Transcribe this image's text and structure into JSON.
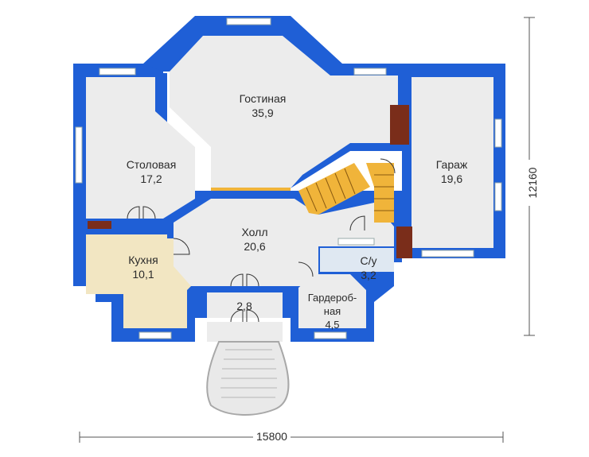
{
  "rooms": {
    "living": {
      "name": "Гостиная",
      "area": "35,9"
    },
    "dining": {
      "name": "Столовая",
      "area": "17,2"
    },
    "garage": {
      "name": "Гараж",
      "area": "19,6"
    },
    "hall": {
      "name": "Холл",
      "area": "20,6"
    },
    "kitchen": {
      "name": "Кухня",
      "area": "10,1"
    },
    "bath": {
      "name": "С/у",
      "area": "3,2"
    },
    "vestibule": {
      "area": "2,8"
    },
    "wardrobe": {
      "name_line1": "Гардероб-",
      "name_line2": "ная",
      "area": "4,5"
    }
  },
  "dimensions": {
    "width": "15800",
    "depth": "12160"
  },
  "colors": {
    "wall": "#1f5fd6",
    "floor": "#ececec",
    "kitchen_floor": "#f2e6c2",
    "stair": "#f0b43a",
    "window": "#ffffff"
  }
}
